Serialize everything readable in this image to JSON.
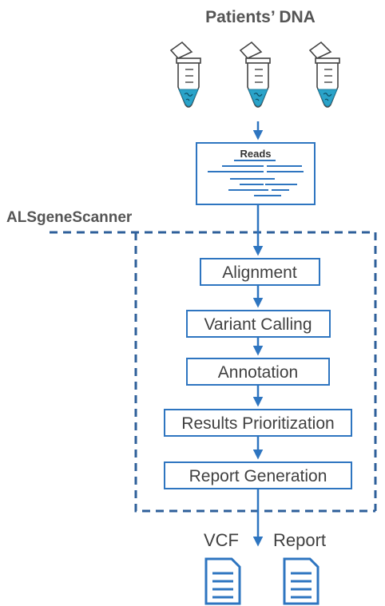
{
  "title": "Patients’ DNA",
  "reads_label": "Reads",
  "pipeline_name": "ALSgeneScanner",
  "steps": [
    {
      "label": "Alignment"
    },
    {
      "label": "Variant Calling"
    },
    {
      "label": "Annotation"
    },
    {
      "label": "Results Prioritization"
    },
    {
      "label": "Report Generation"
    }
  ],
  "outputs": [
    {
      "label": "VCF",
      "icon": "document-icon"
    },
    {
      "label": "Report",
      "icon": "document-icon"
    }
  ],
  "colors": {
    "accent": "#2e75c0",
    "text": "#404040",
    "title": "#555555",
    "tube_liquid": "#2aa3c9"
  }
}
